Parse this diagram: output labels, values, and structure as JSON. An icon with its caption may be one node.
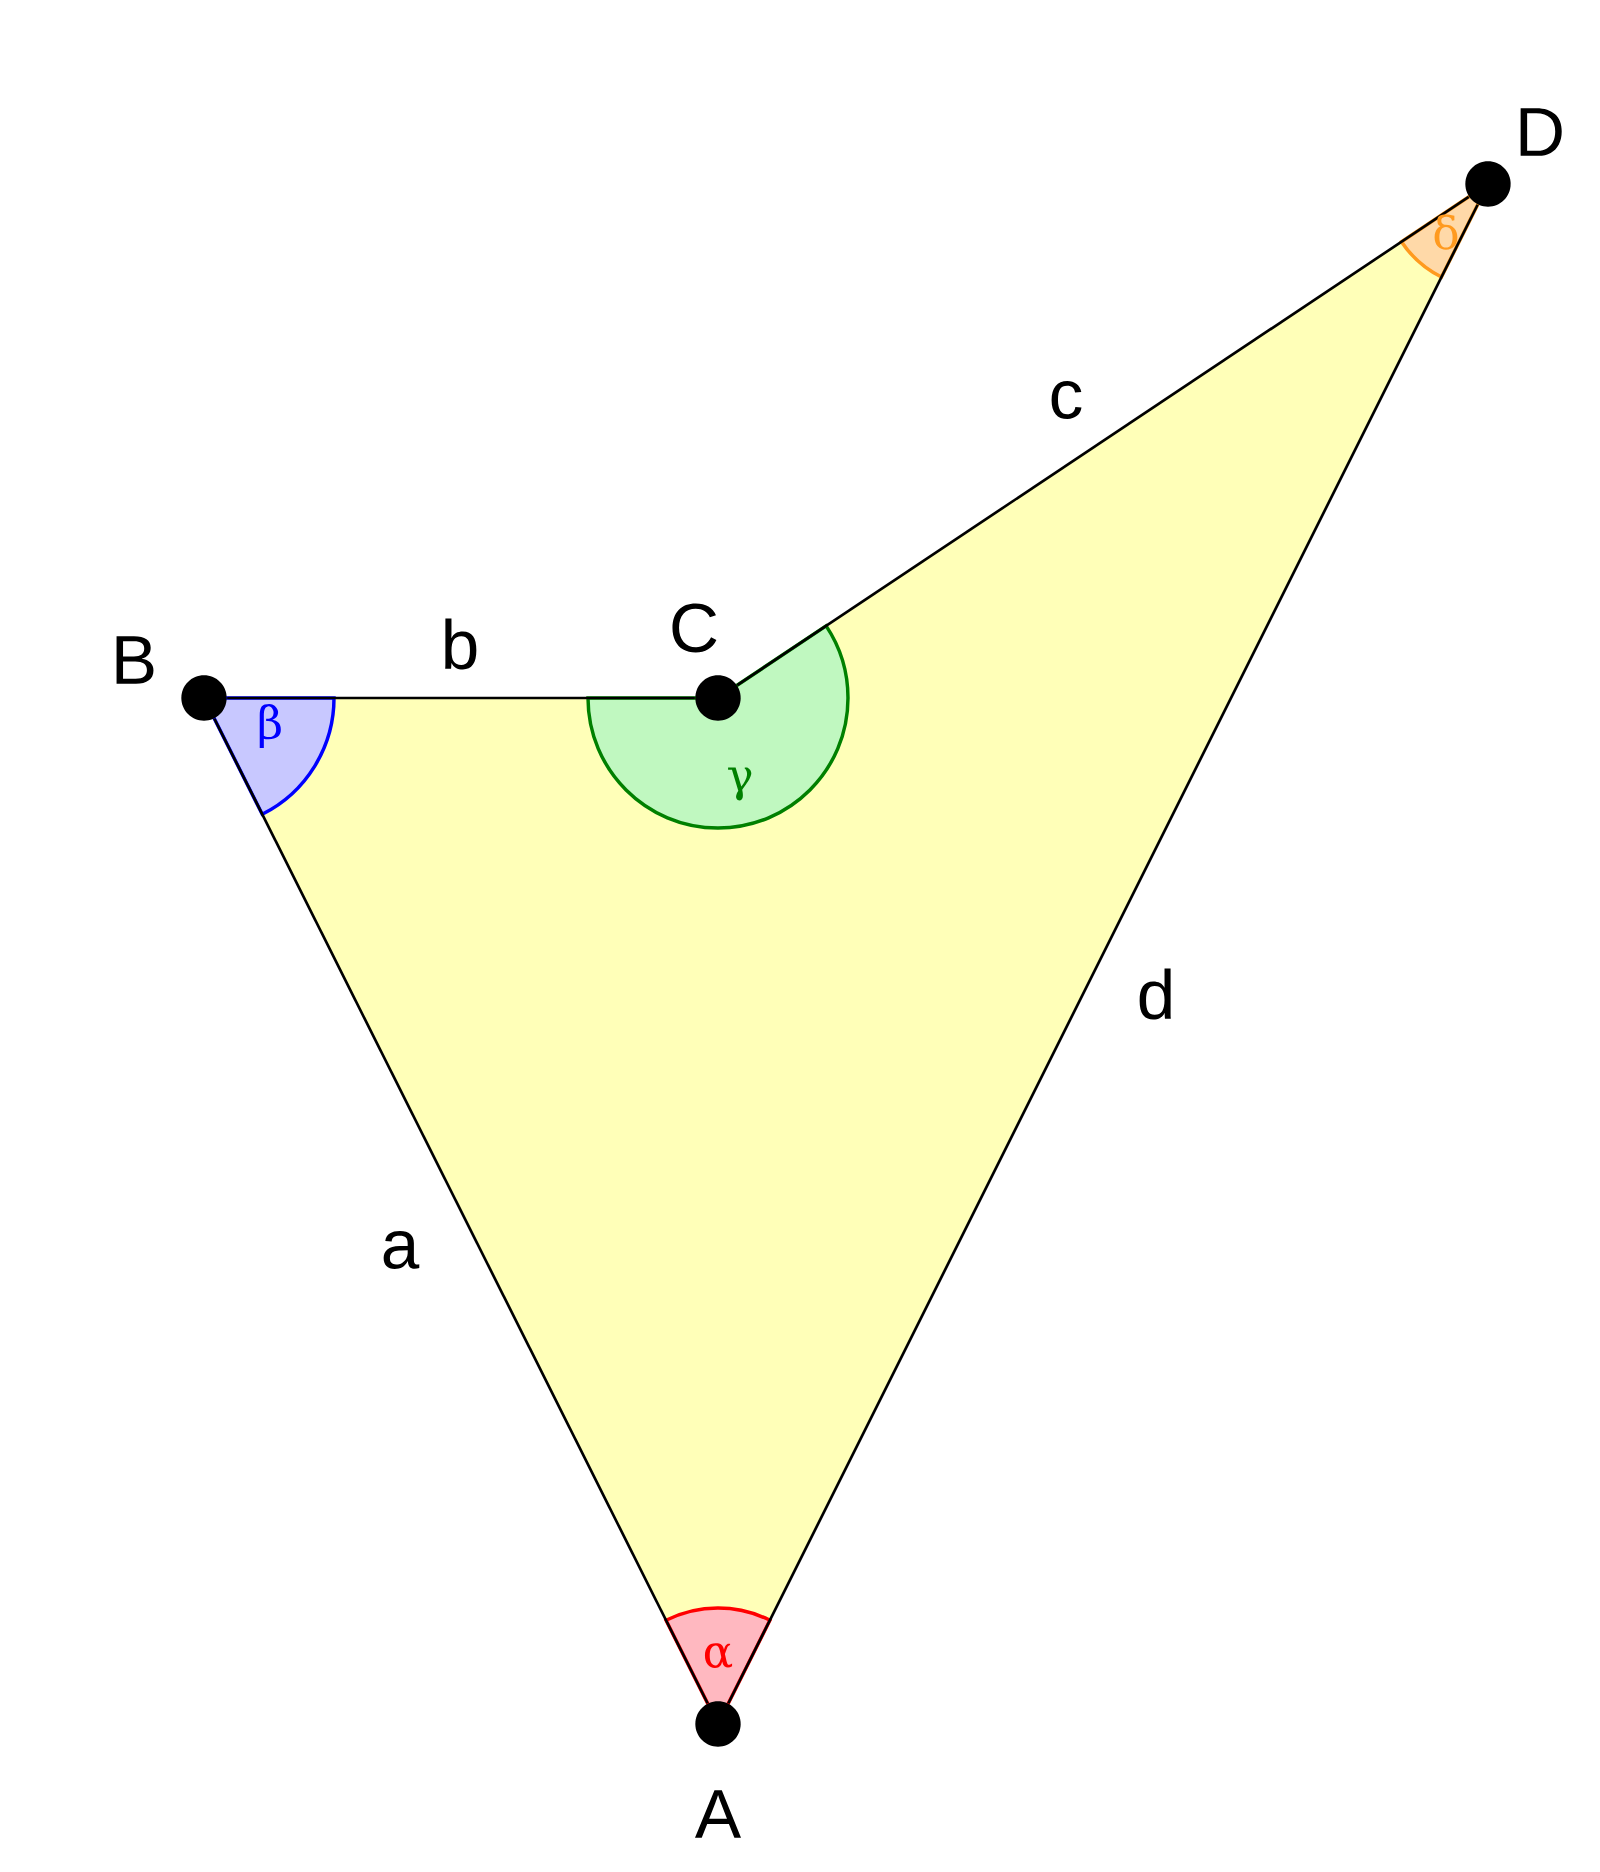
{
  "diagram": {
    "nodes": [
      {
        "text": [
          "D"
        ]
      },
      {
        "text": [
          "B"
        ]
      },
      {
        "text": [
          "C"
        ]
      },
      {
        "text": [
          "A"
        ]
      }
    ],
    "edges": [
      {
        "from": 1,
        "to": 3,
        "arrow": "none",
        "label": "a"
      },
      {
        "from": 1,
        "to": 2,
        "arrow": "none",
        "label": "b"
      },
      {
        "from": 2,
        "to": 0,
        "arrow": "none",
        "label": "c"
      },
      {
        "from": 0,
        "to": 3,
        "arrow": "none",
        "label": "d"
      }
    ],
    "labels": [
      "δ",
      "β",
      "γ",
      "α"
    ]
  }
}
